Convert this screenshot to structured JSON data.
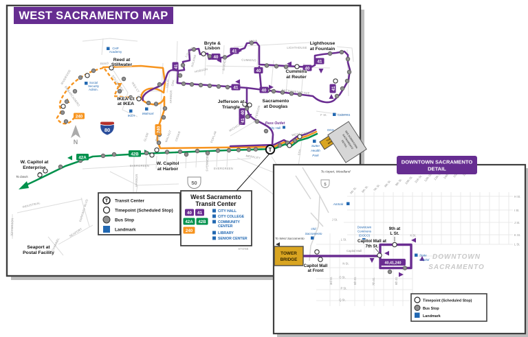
{
  "colors": {
    "purple": "#662d91",
    "route_green": "#00914c",
    "route_orange": "#f7941e",
    "gold": "#d9a521",
    "landmark_blue": "#2268b2",
    "stop_gray": "#8f8f8f"
  },
  "main": {
    "title": "WEST SACRAMENTO MAP",
    "compass": "N",
    "to_davis": "To Davis",
    "shield80": "80",
    "shield50": "50",
    "transit_t": "T",
    "badges": {
      "r40": "40",
      "r41": "41",
      "r42a": "42A",
      "r42b": "42B",
      "r240": "240"
    },
    "timepoints": {
      "reed": [
        "Reed at",
        "Stillwater"
      ],
      "ikea": [
        "IKEA Ct",
        "at IKEA"
      ],
      "bryte": [
        "Bryte &",
        "Lisbon"
      ],
      "lighthouse": [
        "Lighthouse",
        "at Fountain"
      ],
      "cummins": [
        "Cummins",
        "at Reuter"
      ],
      "jefferson": [
        "Jefferson at",
        "Triangle"
      ],
      "douglas": [
        "Sacramento",
        "at Douglas"
      ],
      "enterprise": [
        "W. Capitol at",
        "Enterprise"
      ],
      "harbor": [
        "W. Capitol",
        "at Harbor"
      ],
      "seaport": [
        "Seaport at",
        "Postal Facility"
      ]
    },
    "landmarks": {
      "chp": [
        "CHP",
        "Academy"
      ],
      "ssa": [
        "Social",
        "Security",
        "Admin."
      ],
      "ikea": "IKEA",
      "walmart": "Walmart",
      "pass_outlet": "Pass Outlet",
      "city_hall": "City Hall",
      "calstrs": "CalSTRS",
      "dgs": "DGS",
      "sutter": [
        "Sutter",
        "Health",
        "Park"
      ]
    },
    "streets": {
      "reed": "REED",
      "stillwater": "STILLWATER",
      "riverside": "RIVERSIDE",
      "embarcadero": "EMBARCADERO",
      "ikea_ct": "IKEA CT",
      "yolo": "YOLO",
      "harbor": "HARBOR",
      "glide": "GLIDE",
      "pecan": "PECAN",
      "walnut": "WALNUT",
      "cedar": "CEDAR",
      "poplar": "POPLAR",
      "sycamore": "SYCAMORE",
      "evergreen": "EVERGREEN",
      "merkley": "MERKLEY",
      "michigan": "MICHIGAN",
      "jefferson": "JEFFERSON",
      "west_capitol": "WEST CAPITOL",
      "fifth": "5TH",
      "f_st": "F St.",
      "anna": "ANNA",
      "cummins": "CUMMINS",
      "lisbon": "LISBON",
      "solano": "SOLANO",
      "hobson": "HOBSON",
      "oak": "OAK",
      "elkhorn": "ELKHORN",
      "sacramento_ave": "SACRAMENTO AVE",
      "lighthouse": "LIGHTHOUSE",
      "industrial": "INDUSTRIAL",
      "seaport": "SEAPORT",
      "channel": "CHANNEL",
      "parkway": "PARKWAY BLVD",
      "stone": "STONE"
    },
    "tower_bridge": [
      "TOWER",
      "BRIDGE"
    ],
    "see_detail": [
      "SEE DOWNTOWN",
      "SACRAMENTO",
      "DETAIL"
    ],
    "legend": {
      "transit_center": "Transit Center",
      "timepoint": "Timepoint (Scheduled Stop)",
      "bus_stop": "Bus Stop",
      "landmark": "Landmark"
    },
    "wstc": {
      "title": [
        "West Sacramento",
        "Transit Center"
      ],
      "landmarks": [
        "CITY HALL",
        "CITY COLLEGE",
        "COMMUNITY",
        "CENTER",
        "LIBRARY",
        "SENIOR CENTER"
      ]
    }
  },
  "inset": {
    "title": [
      "DOWNTOWN SACRAMENTO",
      "DETAIL"
    ],
    "to_airport": "To Airport, Woodland",
    "to_westsac": "To West Sacramento",
    "shield5": "5",
    "tower_bridge": [
      "TOWER",
      "BRIDGE"
    ],
    "watermark": [
      "DOWNTOWN",
      "SACRAMENTO"
    ],
    "badge": "40,41,240",
    "timepoints": {
      "ninth_l": [
        "9th at",
        "L St."
      ],
      "cm7": [
        "Capitol Mall at",
        "7th St."
      ],
      "cm_front": [
        "Capitol Mall",
        "at Front"
      ]
    },
    "landmarks": {
      "amtrak": "Amtrak",
      "old_sac": [
        "Old",
        "Sacramento"
      ],
      "doco": [
        "Downtown",
        "Commons",
        "(DOCO)"
      ],
      "state_capitol": [
        "State",
        "Capitol"
      ]
    },
    "streets_diag": [
      "5th St.",
      "6th St.",
      "7th St.",
      "8th St.",
      "9th St.",
      "10th St.",
      "11th St.",
      "12th St.",
      "13th St.",
      "14th St.",
      "15th St.",
      "16th St."
    ],
    "streets_right": [
      "H St.",
      "I St.",
      "J St.",
      "K St.",
      "L St."
    ],
    "streets_in": {
      "j": "J St.",
      "l": "L St.",
      "k": "K St.",
      "cap_mall": "Capitol Mall",
      "n": "N St.",
      "o": "O St.",
      "p": "P St.",
      "q": "Q St.",
      "third": "3rd St.",
      "fifth": "5th St.",
      "seventh": "7th St.",
      "ninth": "9th St."
    },
    "legend": {
      "timepoint": "Timepoint (Scheduled Stop)",
      "bus_stop": "Bus Stop",
      "landmark": "Landmark"
    }
  }
}
